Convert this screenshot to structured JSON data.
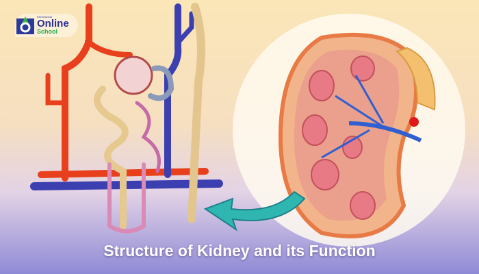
{
  "logo": {
    "small_text": "International",
    "brand": "Online",
    "sub": "School"
  },
  "title": "Structure of Kidney and its Function",
  "colors": {
    "artery": "#e8401c",
    "vein": "#3b3fb0",
    "tubule": "#e6c98f",
    "accent_arrow": "#2fb6b0"
  }
}
